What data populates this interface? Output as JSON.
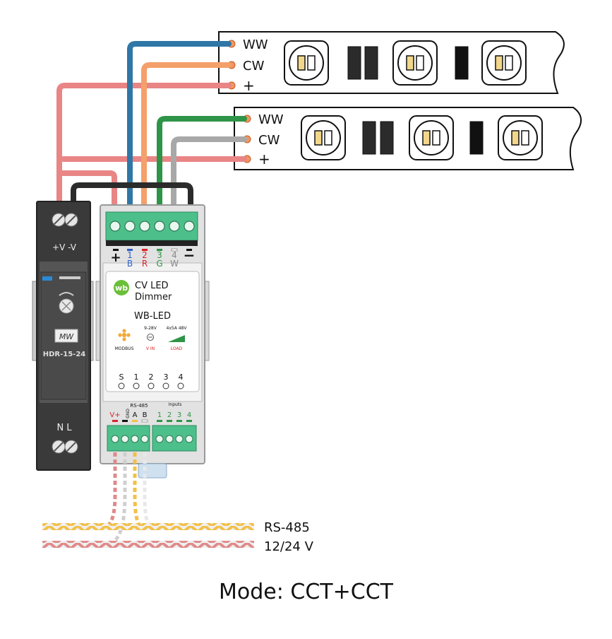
{
  "strips": [
    {
      "labels": {
        "ww": "WW",
        "cw": "CW",
        "plus": "+"
      }
    },
    {
      "labels": {
        "ww": "WW",
        "cw": "CW",
        "plus": "+"
      }
    }
  ],
  "psu": {
    "top_terminals": "+V  -V",
    "bottom_terminals": "N   L",
    "model": "HDR-15-24",
    "brand_mark": "MW"
  },
  "dimmer": {
    "brand": "wb",
    "title_line1": "CV LED",
    "title_line2": "Dimmer",
    "model": "WB-LED",
    "modbus": "MODBUS",
    "vin_range": "9-28V",
    "vin_label": "V IN",
    "load_range": "4x5A 48V",
    "load_label": "LOAD",
    "top_terminals": [
      {
        "num": "+",
        "letter": ""
      },
      {
        "num": "1",
        "letter": "B"
      },
      {
        "num": "2",
        "letter": "R"
      },
      {
        "num": "3",
        "letter": "G"
      },
      {
        "num": "4",
        "letter": "W"
      },
      {
        "num": "−",
        "letter": ""
      }
    ],
    "indicators": [
      "S",
      "1",
      "2",
      "3",
      "4"
    ],
    "bottom_labels": {
      "vplus": "V+",
      "gnd": "GND",
      "rs485": "RS-485",
      "a": "A",
      "b": "B",
      "inputs": "Inputs",
      "in1": "1",
      "in2": "2",
      "in3": "3",
      "in4": "4"
    }
  },
  "cables": {
    "rs485": "RS-485",
    "power": "12/24 V"
  },
  "caption": "Mode: CCT+CCT",
  "colors": {
    "blue_wire": "#2f77a6",
    "orange_wire": "#f4a06a",
    "pink_wire": "#e98585",
    "green_wire": "#2e9447",
    "gray_wire": "#a8a8a8",
    "black_wire": "#2b2b2b",
    "terminal_green": "#4dbf8a",
    "wb_green": "#6bbf3a"
  }
}
